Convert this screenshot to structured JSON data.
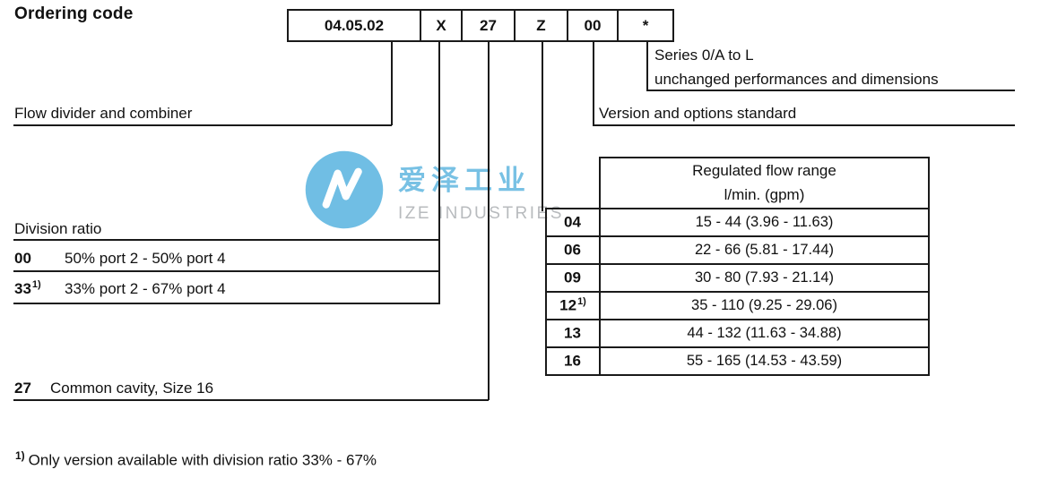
{
  "title": "Ordering code",
  "ordering_code_boxes": [
    "04.05.02",
    "X",
    "27",
    "Z",
    "00",
    "*"
  ],
  "callouts": {
    "series_note_line1": "Series 0/A to L",
    "series_note_line2": "unchanged performances and dimensions",
    "flow_divider_label": "Flow divider and combiner",
    "version_label": "Version and options standard",
    "division_ratio_title": "Division ratio",
    "division_ratio_rows": [
      {
        "code": "00",
        "sup": "",
        "desc": "50% port 2 - 50% port 4"
      },
      {
        "code": "33",
        "sup": "1)",
        "desc": "33% port 2 - 67% port 4"
      }
    ],
    "cavity_code": "27",
    "cavity_desc": "Common cavity, Size 16"
  },
  "flow_table": {
    "header_line1": "Regulated flow range",
    "header_line2": "l/min. (gpm)",
    "rows": [
      {
        "code": "04",
        "sup": "",
        "range": "15 - 44 (3.96 - 11.63)"
      },
      {
        "code": "06",
        "sup": "",
        "range": "22 - 66 (5.81 - 17.44)"
      },
      {
        "code": "09",
        "sup": "",
        "range": "30 - 80 (7.93 - 21.14)"
      },
      {
        "code": "12",
        "sup": "1)",
        "range": "35 - 110 (9.25 - 29.06)"
      },
      {
        "code": "13",
        "sup": "",
        "range": "44 - 132 (11.63 - 34.88)"
      },
      {
        "code": "16",
        "sup": "",
        "range": "55 - 165 (14.53 - 43.59)"
      }
    ]
  },
  "footnote": {
    "sup": "1)",
    "text": "Only version available with division ratio 33% - 67%"
  },
  "watermark": {
    "cn": "爱泽工业",
    "en": "IZE INDUSTRIES"
  },
  "colors": {
    "ink": "#1a1a1a",
    "watermark_blue": "#2d9fd6",
    "watermark_gray": "#a3a7ab"
  }
}
